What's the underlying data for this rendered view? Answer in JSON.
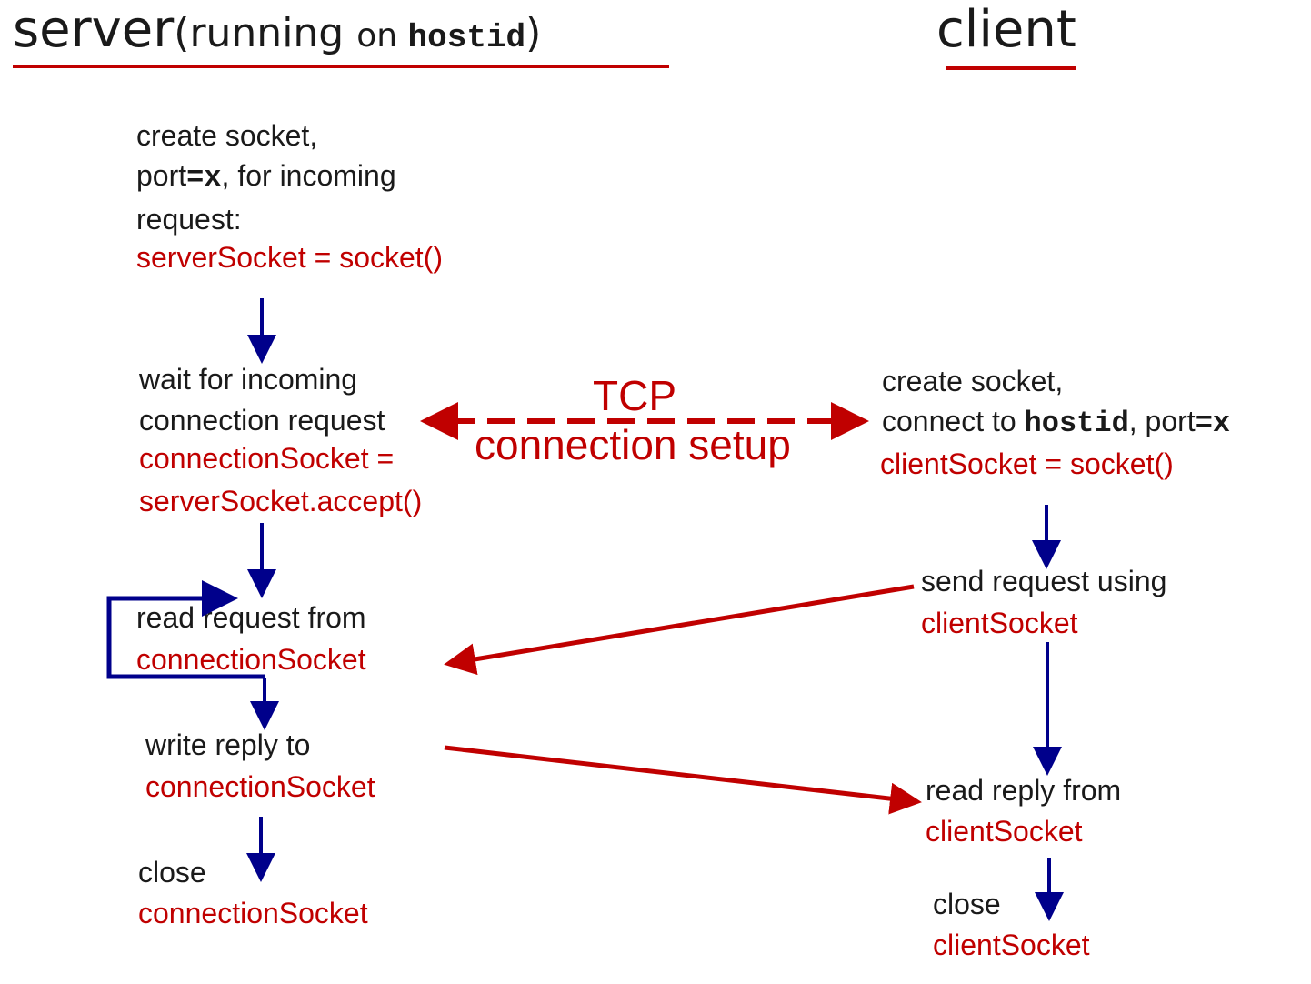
{
  "header": {
    "server_word": "server",
    "server_paren": "(running ",
    "server_on": "on ",
    "server_host": "hostid",
    "server_close": ")",
    "client_word": "client"
  },
  "server": {
    "step1": {
      "line1": "create socket,",
      "line2_a": "port",
      "line2_b": "=x",
      "line2_c": ", for incoming",
      "line3": "request:",
      "code": "serverSocket = socket()"
    },
    "step2": {
      "line1": "wait for incoming",
      "line2": "connection request",
      "code1": "connectionSocket =",
      "code2": "serverSocket.accept()"
    },
    "step3": {
      "line1": "read request from",
      "code": "connectionSocket"
    },
    "step4": {
      "line1": "write reply to",
      "code": "connectionSocket"
    },
    "step5": {
      "line1": "close",
      "code": "connectionSocket"
    }
  },
  "client": {
    "step1": {
      "line1": "create socket,",
      "line2_a": "connect to ",
      "line2_b": "hostid",
      "line2_c": ", port",
      "line2_d": "=x",
      "code": "clientSocket = socket()"
    },
    "step2": {
      "line1": "send request using",
      "code": "clientSocket"
    },
    "step3": {
      "line1": "read reply from",
      "code": "clientSocket"
    },
    "step4": {
      "line1": "close",
      "code": "clientSocket"
    }
  },
  "tcp": {
    "line1": "TCP",
    "line2": "connection setup"
  },
  "colors": {
    "text": "#1a1a1a",
    "code": "#c00000",
    "flow_arrow": "#00008b",
    "message_arrow": "#c00000"
  }
}
